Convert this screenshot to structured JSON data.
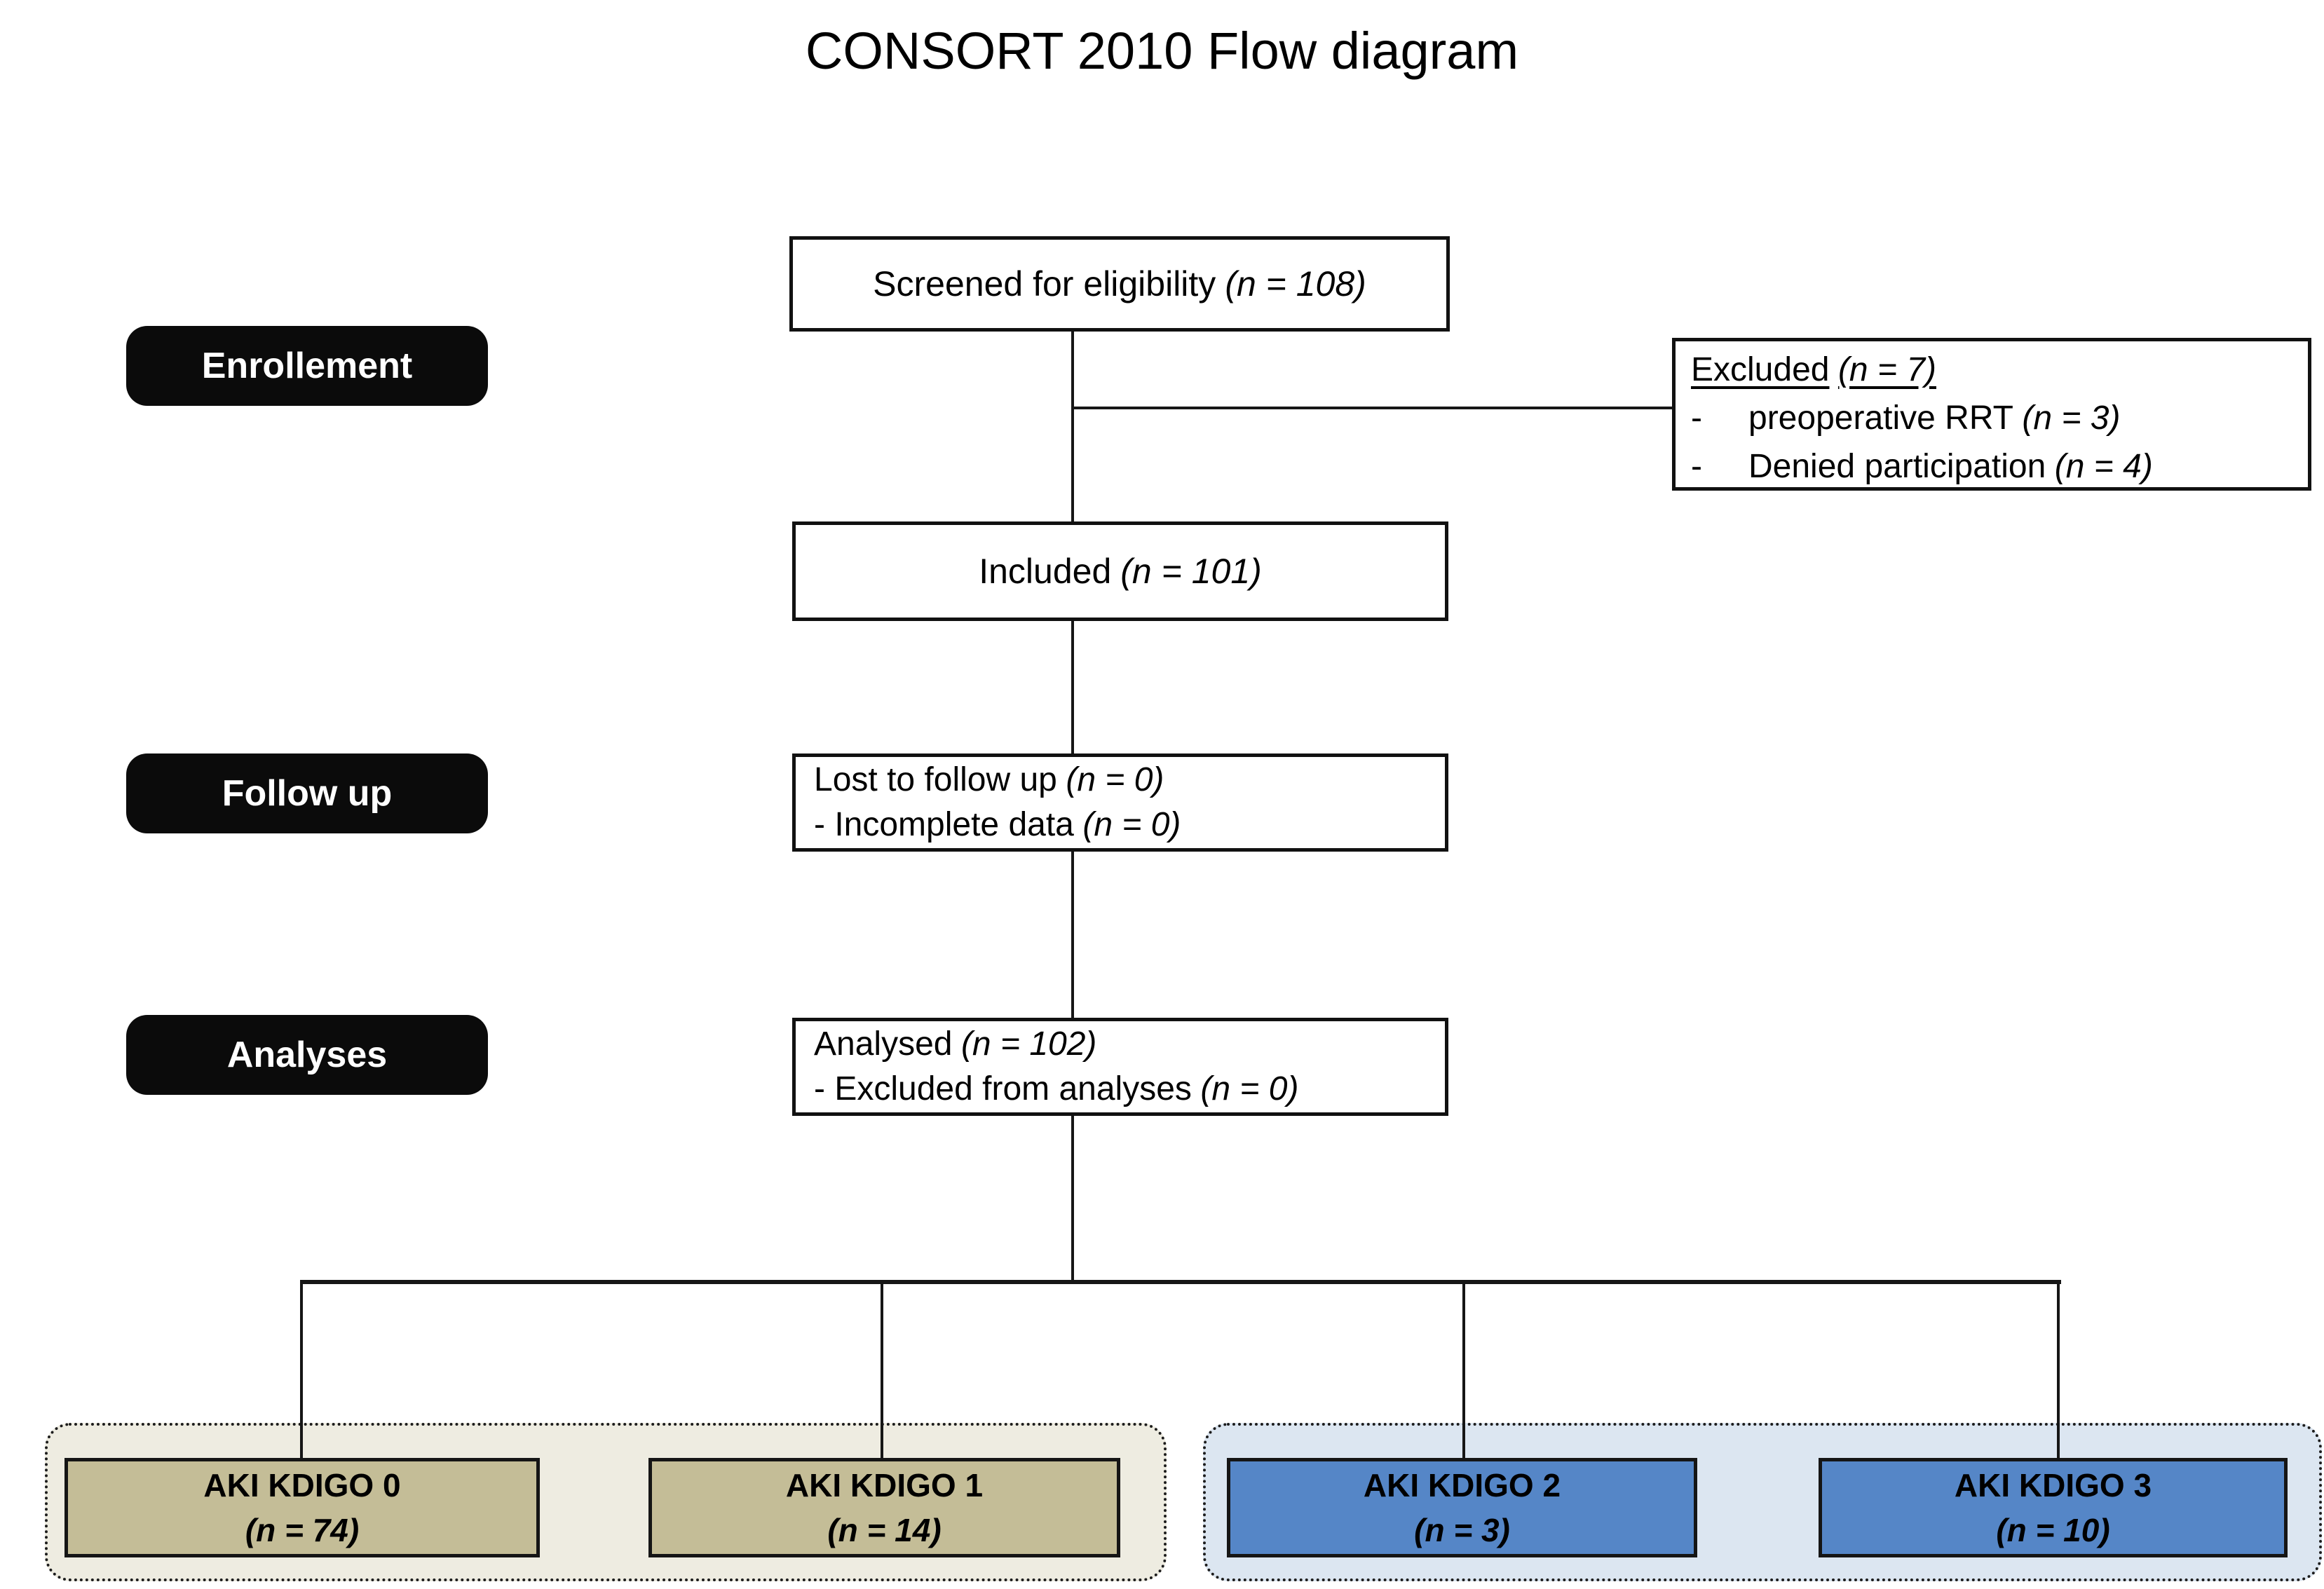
{
  "title": "CONSORT 2010 Flow diagram",
  "stages": [
    {
      "label": "Enrollement"
    },
    {
      "label": "Follow up"
    },
    {
      "label": "Analyses"
    }
  ],
  "flow": {
    "screened": {
      "text": "Screened for eligibility",
      "n": "(n = 108)"
    },
    "excluded": {
      "heading": "Excluded",
      "heading_n": "(n = 7)",
      "items": [
        {
          "dash": "-",
          "text": "preoperative RRT",
          "n": "(n = 3)"
        },
        {
          "dash": "-",
          "text": "Denied participation",
          "n": "(n = 4)"
        }
      ]
    },
    "included": {
      "text": "Included",
      "n": "(n = 101)"
    },
    "follow_up": {
      "line1": "Lost to follow up",
      "line1_n": "(n = 0)",
      "line2": "- Incomplete data",
      "line2_n": "(n = 0)"
    },
    "analysed": {
      "line1": "Analysed",
      "line1_n": "(n = 102)",
      "line2": "- Excluded from analyses",
      "line2_n": "(n = 0)"
    }
  },
  "outcome_groups": [
    {
      "fill": "#EEECE1",
      "box_fill": "#C4BD97",
      "boxes": [
        {
          "title": "AKI KDIGO 0",
          "n": "(n = 74)"
        },
        {
          "title": "AKI KDIGO 1",
          "n": "(n = 14)"
        }
      ]
    },
    {
      "fill": "#DCE6F1",
      "box_fill": "#5586C7",
      "boxes": [
        {
          "title": "AKI KDIGO 2",
          "n": "(n = 3)"
        },
        {
          "title": "AKI KDIGO 3",
          "n": "(n = 10)"
        }
      ]
    }
  ],
  "colors": {
    "stage_fill": "#0B0B0B",
    "stage_text": "#FFFFFF",
    "connector": "#161616"
  }
}
